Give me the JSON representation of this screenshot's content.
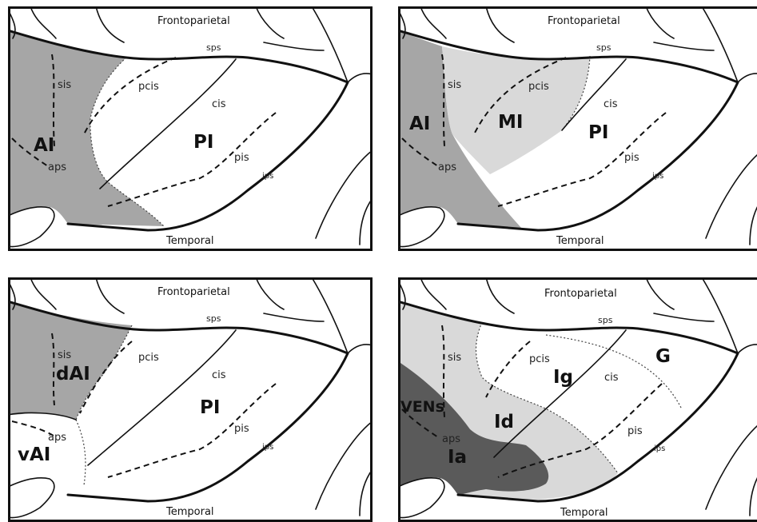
{
  "colors": {
    "light_gray": "#d9d9d9",
    "mid_gray": "#a6a6a6",
    "dark_gray": "#5a5a5a",
    "line": "#111111"
  },
  "panels": [
    {
      "top_label": "Frontoparietal",
      "bottom_label": "Temporal",
      "sulci": [
        "sps",
        "sis",
        "pcis",
        "cis",
        "aps",
        "pis",
        "ips"
      ],
      "regions": [
        "AI",
        "PI"
      ]
    },
    {
      "top_label": "Frontoparietal",
      "bottom_label": "Temporal",
      "sulci": [
        "sps",
        "sis",
        "pcis",
        "cis",
        "aps",
        "pis",
        "ips"
      ],
      "regions": [
        "AI",
        "MI",
        "PI"
      ]
    },
    {
      "top_label": "Frontoparietal",
      "bottom_label": "Temporal",
      "sulci": [
        "sps",
        "sis",
        "pcis",
        "cis",
        "aps",
        "pis",
        "ips"
      ],
      "regions": [
        "dAI",
        "vAI",
        "PI"
      ]
    },
    {
      "top_label": "Frontoparietal",
      "bottom_label": "Temporal",
      "sulci": [
        "sps",
        "sis",
        "pcis",
        "cis",
        "aps",
        "pis",
        "ips"
      ],
      "regions": [
        "VENs",
        "Ia",
        "Id",
        "Ig",
        "G"
      ]
    }
  ]
}
